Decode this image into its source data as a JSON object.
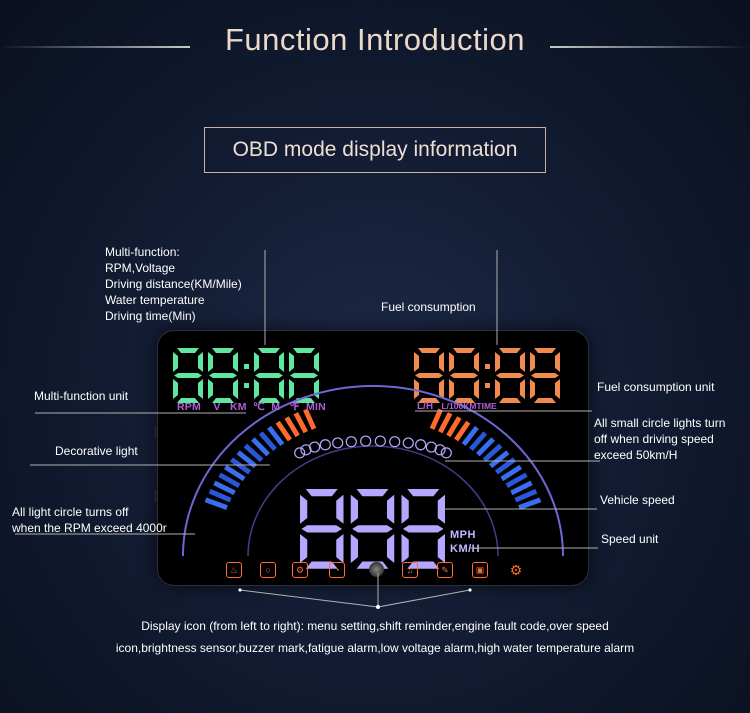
{
  "header": {
    "title": "Function Introduction",
    "subtitle": "OBD mode display information"
  },
  "annotations": {
    "multi_function_lines": [
      "Multi-function:",
      "RPM,Voltage",
      "Driving distance(KM/Mile)",
      "Water temperature",
      "Driving time(Min)"
    ],
    "fuel_consumption": "Fuel consumption",
    "multi_function_unit": "Multi-function unit",
    "fuel_consumption_unit": "Fuel consumption unit",
    "small_circle_lines": [
      "All small circle lights turn",
      "off when driving speed",
      "exceed 50km/H"
    ],
    "decorative_light": "Decorative light",
    "vehicle_speed": "Vehicle speed",
    "rpm_circle_lines": [
      "All light circle turns off",
      "when the RPM exceed 4000r"
    ],
    "speed_unit": "Speed unit"
  },
  "hud": {
    "green_units": [
      "RPM",
      "V",
      "KM",
      "℃",
      "M",
      "℉",
      "MIN"
    ],
    "orange_units": [
      "L/H",
      "L/100KMTIME"
    ],
    "speed_units": [
      "MPH",
      "KM/H"
    ],
    "icons": [
      "thermometer-icon",
      "brake-icon",
      "engine-icon",
      "speed-icon",
      "brightness-sensor",
      "buzzer-icon",
      "fatigue-icon",
      "battery-icon",
      "gear-icon"
    ],
    "colors": {
      "green": "#5fe7a0",
      "orange": "#f08a4e",
      "purple": "#b7a6ff",
      "blue": "#2a57d9",
      "accent_orange": "#ff6b2c"
    }
  },
  "footer": {
    "caption_lines": [
      "Display icon (from left to right): menu setting,shift reminder,engine fault code,over speed",
      "icon,brightness sensor,buzzer mark,fatigue alarm,low voltage alarm,high water temperature alarm"
    ]
  }
}
